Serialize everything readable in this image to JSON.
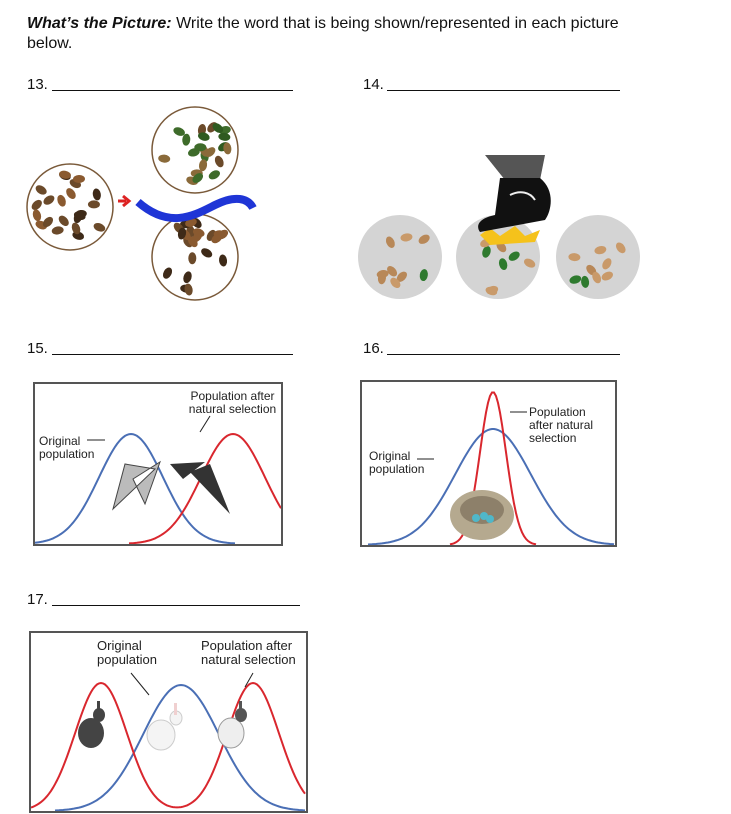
{
  "instructions": {
    "title": "What’s the Picture:",
    "text": " Write the word that is being shown/represented in each picture below."
  },
  "questions": [
    {
      "number": "13."
    },
    {
      "number": "14."
    },
    {
      "number": "15.",
      "labels": {
        "original": "Original population",
        "after": "Population after natural selection"
      }
    },
    {
      "number": "16.",
      "labels": {
        "original": "Original population",
        "after": "Population after natural selection"
      }
    },
    {
      "number": "17.",
      "labels": {
        "original": "Original population",
        "after": "Population after natural selection"
      }
    }
  ],
  "colors": {
    "original_curve": "#4a6fb5",
    "after_curve": "#d9272e"
  }
}
